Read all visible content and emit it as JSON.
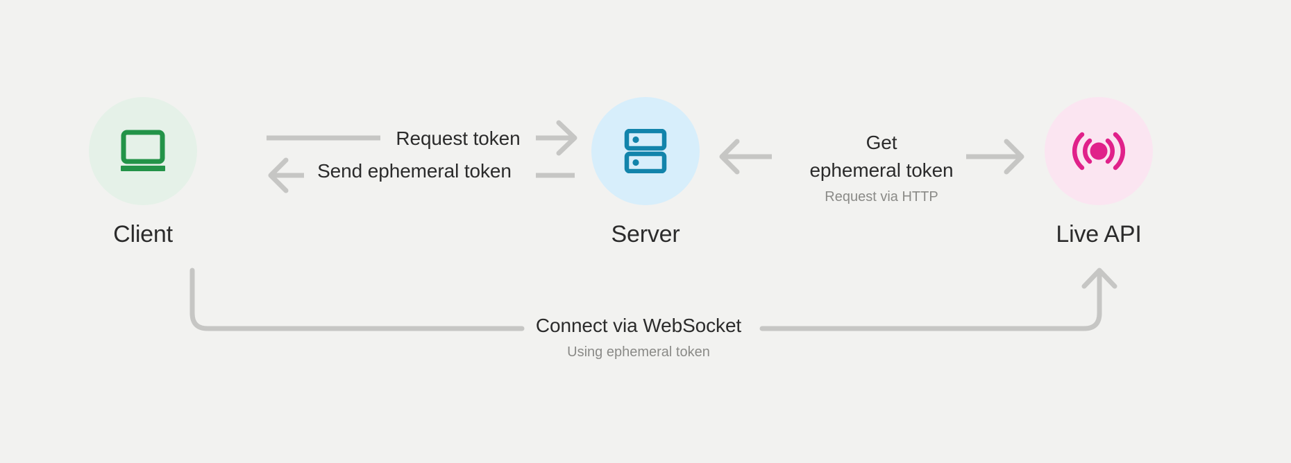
{
  "diagram": {
    "title_visible": false,
    "background_color": "#F2F2F0",
    "nodes": [
      {
        "id": "client",
        "label": "Client",
        "icon": "laptop-icon",
        "circle_color": "#E5F1E8",
        "icon_color": "#239348"
      },
      {
        "id": "server",
        "label": "Server",
        "icon": "server-rack-icon",
        "circle_color": "#D7EEFB",
        "icon_color": "#1284AB"
      },
      {
        "id": "live-api",
        "label": "Live API",
        "icon": "broadcast-signal-icon",
        "circle_color": "#FBE5F1",
        "icon_color": "#E0218A"
      }
    ],
    "edges": [
      {
        "id": "request-token",
        "label": "Request token",
        "sublabel": "",
        "from": "client",
        "to": "server",
        "direction": "right"
      },
      {
        "id": "send-ephemeral-token",
        "label": "Send ephemeral token",
        "sublabel": "",
        "from": "server",
        "to": "client",
        "direction": "left"
      },
      {
        "id": "get-ephemeral-token",
        "label_line1": "Get",
        "label_line2": "ephemeral token",
        "sublabel": "Request via HTTP",
        "from": "server",
        "to": "live-api",
        "direction": "both"
      },
      {
        "id": "connect-websocket",
        "label": "Connect via WebSocket",
        "sublabel": "Using ephemeral token",
        "from": "client",
        "to": "live-api",
        "direction": "right"
      }
    ],
    "colors": {
      "line": "#C6C6C4",
      "text_primary": "#2B2B2B",
      "text_secondary": "#8A8A87"
    }
  }
}
